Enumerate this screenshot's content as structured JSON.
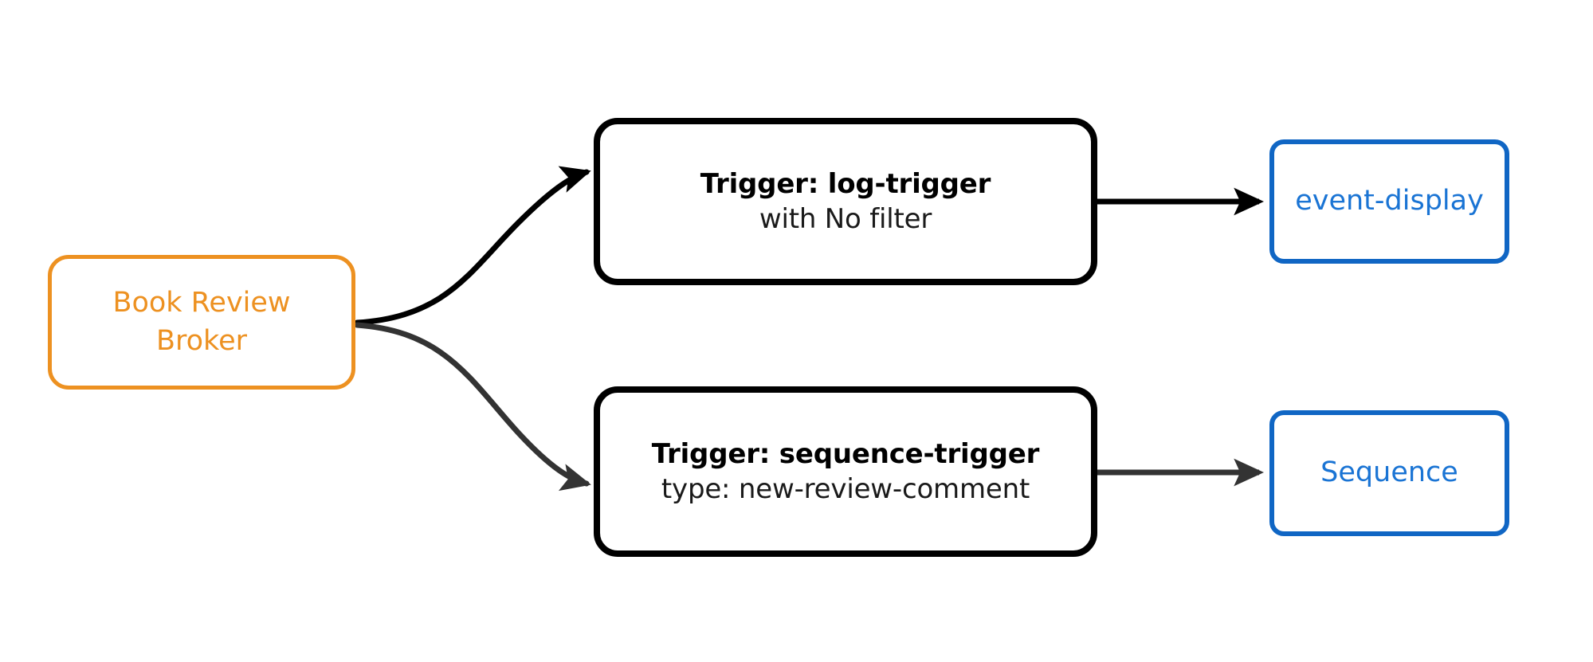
{
  "diagram": {
    "type": "flow-diagram",
    "background_color": "#ffffff",
    "nodes": [
      {
        "id": "broker",
        "role": "source",
        "lines": [
          "Book Review",
          "Broker"
        ],
        "border_color": "#ed9121",
        "text_color": "#ed9121"
      },
      {
        "id": "log-trigger",
        "role": "trigger",
        "title": "Trigger: log-trigger",
        "subtitle": "with No filter",
        "border_color": "#000000",
        "text_color": "#000000"
      },
      {
        "id": "sequence-trigger",
        "role": "trigger",
        "title": "Trigger: sequence-trigger",
        "subtitle": "type: new-review-comment",
        "border_color": "#000000",
        "text_color": "#000000"
      },
      {
        "id": "event-display",
        "role": "endpoint",
        "label": "event-display",
        "border_color": "#1066c4",
        "text_color": "#1a74d4"
      },
      {
        "id": "sequence",
        "role": "endpoint",
        "label": "Sequence",
        "border_color": "#1066c4",
        "text_color": "#1a74d4"
      }
    ],
    "edges": [
      {
        "id": "broker-to-log-trigger",
        "from": "broker",
        "to": "log-trigger",
        "style": "curved",
        "color": "#000000",
        "arrowhead": "filled-triangle"
      },
      {
        "id": "broker-to-sequence-trigger",
        "from": "broker",
        "to": "sequence-trigger",
        "style": "curved",
        "color": "#333333",
        "arrowhead": "filled-triangle"
      },
      {
        "id": "log-trigger-to-event-display",
        "from": "log-trigger",
        "to": "event-display",
        "style": "straight",
        "color": "#000000",
        "arrowhead": "filled-triangle"
      },
      {
        "id": "sequence-trigger-to-sequence",
        "from": "sequence-trigger",
        "to": "sequence",
        "style": "straight",
        "color": "#333333",
        "arrowhead": "filled-triangle"
      }
    ]
  }
}
